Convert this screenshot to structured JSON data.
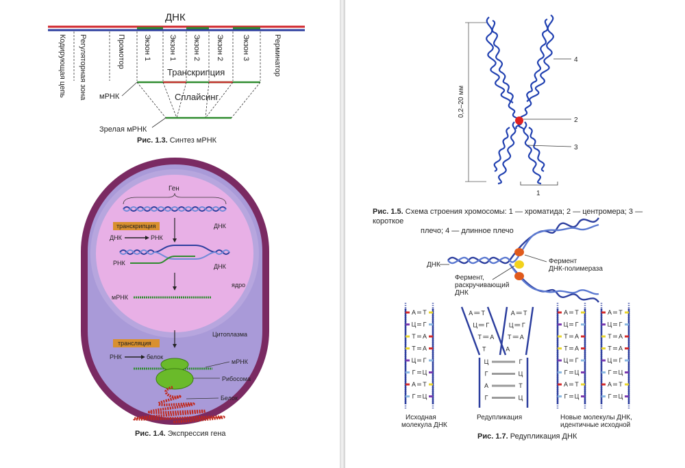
{
  "fig13": {
    "dna_title": "ДНК",
    "segments": [
      "Кодирующая цепь",
      "Регуляторная зона",
      "Промотор",
      "Экзон 1",
      "Экзон 1",
      "Экзон 2",
      "Экзон 2",
      "Экзон 3",
      "Рерминатор"
    ],
    "transcription": "Транскрипция",
    "mrna": "мРНК",
    "splicing": "Сплайсинг",
    "mature_mrna": "Зрелая мРНК",
    "caption_num": "Рис. 1.3.",
    "caption_text": "Синтез мРНК"
  },
  "fig14": {
    "gene": "Ген",
    "transcription_badge": "транскрипция",
    "dna_to_rna": "ДНК",
    "dna_to_rna_target": "РНК",
    "dna_label_1": "ДНК",
    "rna_label": "РНК",
    "dna_label_2": "ДНК",
    "nucleus": "ядро",
    "mrna": "мРНК",
    "cytoplasm": "Цитоплазма",
    "translation_badge": "трансляция",
    "rna_to_protein": "РНК",
    "rna_to_protein_target": "белок",
    "mrna_right": "мРНК",
    "ribosome": "Рибосома",
    "protein": "Белок",
    "caption_num": "Рис. 1.4.",
    "caption_text": "Экспрессия гена"
  },
  "fig15": {
    "scale": "0,2–20 мм",
    "label_4": "4",
    "label_2": "2",
    "label_3": "3",
    "label_1": "1",
    "caption_num": "Рис. 1.5.",
    "caption_line1": "Схема строения хромосомы: 1 — хроматида; 2 — центромера; 3 — короткое",
    "caption_line2": "плечо; 4 — длинное плечо"
  },
  "fig17": {
    "dna": "ДНК",
    "polymerase_line1": "Фермент",
    "polymerase_line2": "ДНК-полимераза",
    "unwinding_line1": "Фермент,",
    "unwinding_line2": "раскручивающий",
    "unwinding_line3": "ДНК",
    "original_pairs": [
      [
        "А",
        "Т"
      ],
      [
        "Ц",
        "Г"
      ],
      [
        "Т",
        "А"
      ],
      [
        "Т",
        "А"
      ],
      [
        "Ц",
        "Г"
      ],
      [
        "Г",
        "Ц"
      ],
      [
        "А",
        "Т"
      ],
      [
        "Г",
        "Ц"
      ]
    ],
    "left_fork_pairs": [
      [
        "А",
        "Т"
      ],
      [
        "Ц",
        "Г"
      ],
      [
        "Т",
        "А"
      ],
      [
        "Т",
        ""
      ]
    ],
    "right_fork_pairs": [
      [
        "А",
        "Т"
      ],
      [
        "Ц",
        "Г"
      ],
      [
        "Т",
        "А"
      ],
      [
        "А",
        ""
      ]
    ],
    "stem_pairs": [
      [
        "Ц",
        "Г"
      ],
      [
        "Г",
        "Ц"
      ],
      [
        "А",
        "Т"
      ],
      [
        "Г",
        "Ц"
      ]
    ],
    "new1_pairs": [
      [
        "А",
        "Т"
      ],
      [
        "Ц",
        "Г"
      ],
      [
        "Т",
        "А"
      ],
      [
        "Т",
        "А"
      ],
      [
        "Ц",
        "Г"
      ],
      [
        "Г",
        "Ц"
      ],
      [
        "А",
        "Т"
      ],
      [
        "Г",
        "Ц"
      ]
    ],
    "new2_pairs": [
      [
        "А",
        "Т"
      ],
      [
        "Ц",
        "Г"
      ],
      [
        "Т",
        "А"
      ],
      [
        "Т",
        "А"
      ],
      [
        "Ц",
        "Г"
      ],
      [
        "Г",
        "Ц"
      ],
      [
        "А",
        "Т"
      ],
      [
        "Г",
        "Ц"
      ]
    ],
    "label_original_line1": "Исходная",
    "label_original_line2": "молекула ДНК",
    "label_replication": "Редупликация",
    "label_new_line1": "Новые молекулы ДНК,",
    "label_new_line2": "идентичные исходной",
    "caption_num": "Рис. 1.7.",
    "caption_text": "Редупликация ДНК"
  },
  "colors": {
    "dna_red": "#d0252b",
    "dna_blue": "#2c3e9e",
    "mrna_green": "#2e8b2e",
    "nucleus_pink": "#e8b0e6",
    "cytoplasm_purple": "#a99ad8",
    "membrane": "#7a2a62",
    "badge": "#d9902e",
    "chromosome": "#1f3fb0",
    "centromere": "#e02020",
    "base_A": "#d42a2a",
    "base_T": "#e9d52c",
    "base_C": "#7b3bb0",
    "base_G": "#8bb8e0"
  }
}
